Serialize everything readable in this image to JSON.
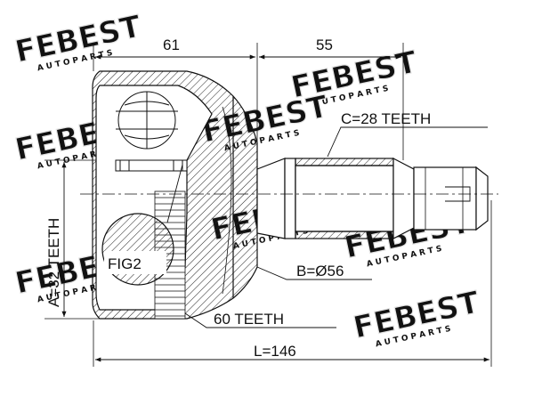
{
  "drawing": {
    "dims": {
      "top_left": "61",
      "top_right": "55",
      "spline_c": "C=28 TEETH",
      "spline_a": "A=32 TEETH",
      "diameter_b": "B=Ø56",
      "abs_ring": "60 TEETH",
      "length_l": "L=146"
    },
    "callout": "FIG2",
    "watermark": {
      "brand": "FEBEST",
      "tagline": "AUTO PARTS"
    }
  },
  "colors": {
    "ink": "#111111",
    "watermark": "#e6e6e6"
  }
}
